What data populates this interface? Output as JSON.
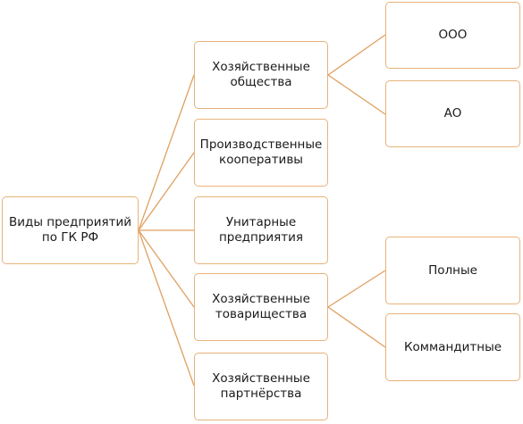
{
  "diagram": {
    "root": {
      "line1": "Виды предприятий",
      "line2": "по ГК РФ"
    },
    "level1": [
      {
        "line1": "Хозяйственные",
        "line2": "общества"
      },
      {
        "line1": "Производственные",
        "line2": "кооперативы"
      },
      {
        "line1": "Унитарные",
        "line2": "предприятия"
      },
      {
        "line1": "Хозяйственные",
        "line2": "товарищества"
      },
      {
        "line1": "Хозяйственные",
        "line2": "партнёрства"
      }
    ],
    "level2_societies": [
      {
        "label": "ООО"
      },
      {
        "label": "АО"
      }
    ],
    "level2_partnerships": [
      {
        "label": "Полные"
      },
      {
        "label": "Коммандитные"
      }
    ]
  },
  "colors": {
    "border": "#e8b27a",
    "line": "#e0a060"
  }
}
